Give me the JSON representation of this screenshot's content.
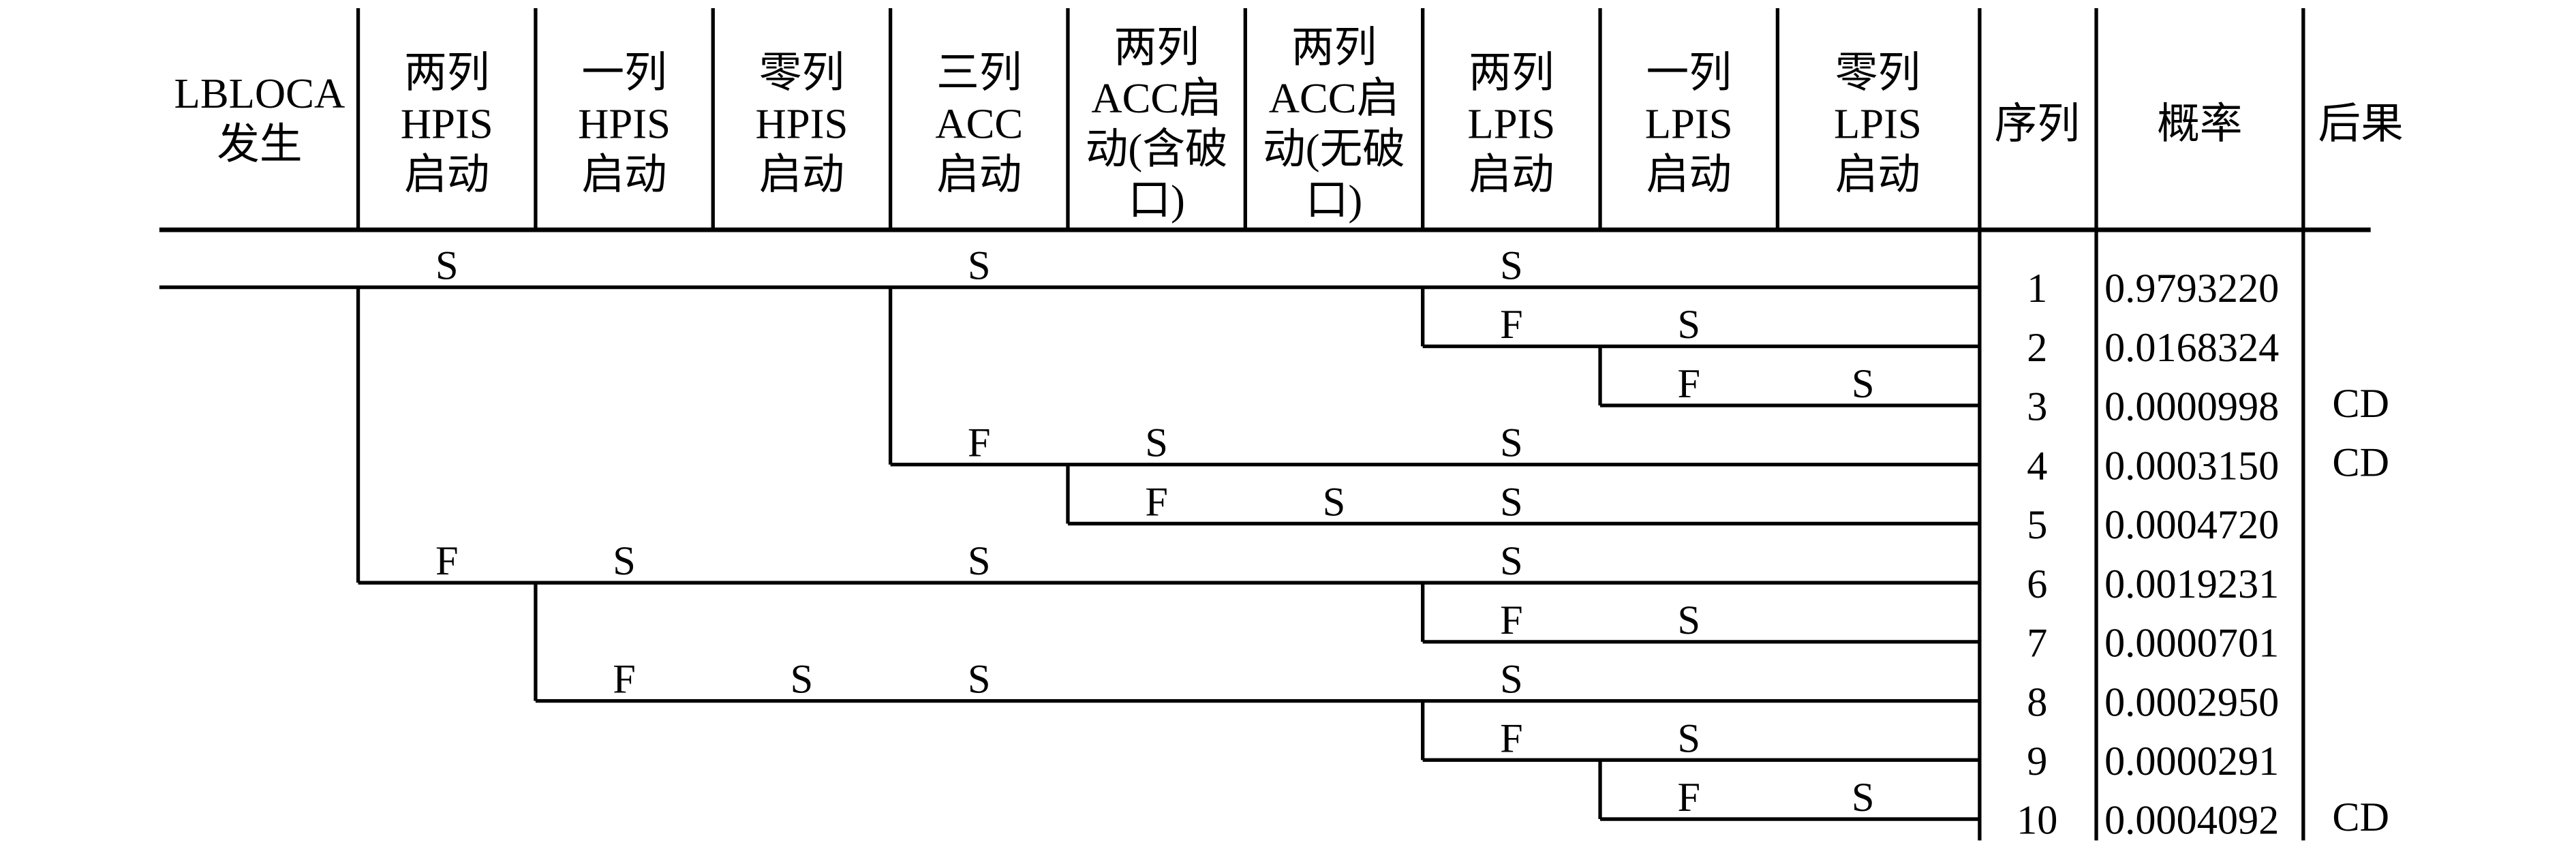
{
  "title": "LBLOCA 事件树",
  "colors": {
    "line": "#000000",
    "text": "#000000",
    "background": "#ffffff"
  },
  "headers": [
    {
      "key": "init",
      "lines": [
        "LBLOCA",
        "发生"
      ]
    },
    {
      "key": "hpis2",
      "lines": [
        "两列",
        "HPIS",
        "启动"
      ]
    },
    {
      "key": "hpis1",
      "lines": [
        "一列",
        "HPIS",
        "启动"
      ]
    },
    {
      "key": "hpis0",
      "lines": [
        "零列",
        "HPIS",
        "启动"
      ]
    },
    {
      "key": "acc3",
      "lines": [
        "三列",
        "ACC",
        "启动"
      ]
    },
    {
      "key": "acc2a",
      "lines": [
        "两列",
        "ACC启",
        "动(含破",
        "口)"
      ]
    },
    {
      "key": "acc2b",
      "lines": [
        "两列",
        "ACC启",
        "动(无破",
        "口)"
      ]
    },
    {
      "key": "lpis2",
      "lines": [
        "两列",
        "LPIS",
        "启动"
      ]
    },
    {
      "key": "lpis1",
      "lines": [
        "一列",
        "LPIS",
        "启动"
      ]
    },
    {
      "key": "lpis0",
      "lines": [
        "零列",
        "LPIS",
        "启动"
      ]
    },
    {
      "key": "seq",
      "lines": [
        "序列"
      ]
    },
    {
      "key": "prob",
      "lines": [
        "概率"
      ]
    },
    {
      "key": "cons",
      "lines": [
        "后果"
      ]
    }
  ],
  "branch_labels": [
    {
      "row": 1,
      "col": 1,
      "text": "S"
    },
    {
      "row": 1,
      "col": 4,
      "text": "S"
    },
    {
      "row": 1,
      "col": 7,
      "text": "S"
    },
    {
      "row": 2,
      "col": 7,
      "text": "F"
    },
    {
      "row": 2,
      "col": 8,
      "text": "S"
    },
    {
      "row": 3,
      "col": 8,
      "text": "F"
    },
    {
      "row": 3,
      "col": 9,
      "text": "S"
    },
    {
      "row": 4,
      "col": 4,
      "text": "F"
    },
    {
      "row": 4,
      "col": 5,
      "text": "S"
    },
    {
      "row": 4,
      "col": 7,
      "text": "S"
    },
    {
      "row": 5,
      "col": 5,
      "text": "F"
    },
    {
      "row": 5,
      "col": 6,
      "text": "S"
    },
    {
      "row": 5,
      "col": 7,
      "text": "S"
    },
    {
      "row": 6,
      "col": 1,
      "text": "F"
    },
    {
      "row": 6,
      "col": 2,
      "text": "S"
    },
    {
      "row": 6,
      "col": 4,
      "text": "S"
    },
    {
      "row": 6,
      "col": 7,
      "text": "S"
    },
    {
      "row": 7,
      "col": 7,
      "text": "F"
    },
    {
      "row": 7,
      "col": 8,
      "text": "S"
    },
    {
      "row": 8,
      "col": 2,
      "text": "F"
    },
    {
      "row": 8,
      "col": 3,
      "text": "S"
    },
    {
      "row": 8,
      "col": 4,
      "text": "S"
    },
    {
      "row": 8,
      "col": 7,
      "text": "S"
    },
    {
      "row": 9,
      "col": 7,
      "text": "F"
    },
    {
      "row": 9,
      "col": 8,
      "text": "S"
    },
    {
      "row": 10,
      "col": 8,
      "text": "F"
    },
    {
      "row": 10,
      "col": 9,
      "text": "S"
    }
  ],
  "branches": [
    {
      "row": 1,
      "from_col": 0
    },
    {
      "row": 2,
      "from_col": 7,
      "parent_row": 1
    },
    {
      "row": 3,
      "from_col": 8,
      "parent_row": 2
    },
    {
      "row": 4,
      "from_col": 4,
      "parent_row": 1
    },
    {
      "row": 5,
      "from_col": 5,
      "parent_row": 4
    },
    {
      "row": 6,
      "from_col": 1,
      "parent_row": 1
    },
    {
      "row": 7,
      "from_col": 7,
      "parent_row": 6
    },
    {
      "row": 8,
      "from_col": 2,
      "parent_row": 6
    },
    {
      "row": 9,
      "from_col": 7,
      "parent_row": 8
    },
    {
      "row": 10,
      "from_col": 8,
      "parent_row": 9
    }
  ],
  "sequences": [
    {
      "seq": "1",
      "prob": "0.9793220",
      "cons": ""
    },
    {
      "seq": "2",
      "prob": "0.0168324",
      "cons": ""
    },
    {
      "seq": "3",
      "prob": "0.0000998",
      "cons": "CD"
    },
    {
      "seq": "4",
      "prob": "0.0003150",
      "cons": "CD"
    },
    {
      "seq": "5",
      "prob": "0.0004720",
      "cons": ""
    },
    {
      "seq": "6",
      "prob": "0.0019231",
      "cons": ""
    },
    {
      "seq": "7",
      "prob": "0.0000701",
      "cons": ""
    },
    {
      "seq": "8",
      "prob": "0.0002950",
      "cons": ""
    },
    {
      "seq": "9",
      "prob": "0.0000291",
      "cons": ""
    },
    {
      "seq": "10",
      "prob": "0.0004092",
      "cons": "CD"
    }
  ]
}
